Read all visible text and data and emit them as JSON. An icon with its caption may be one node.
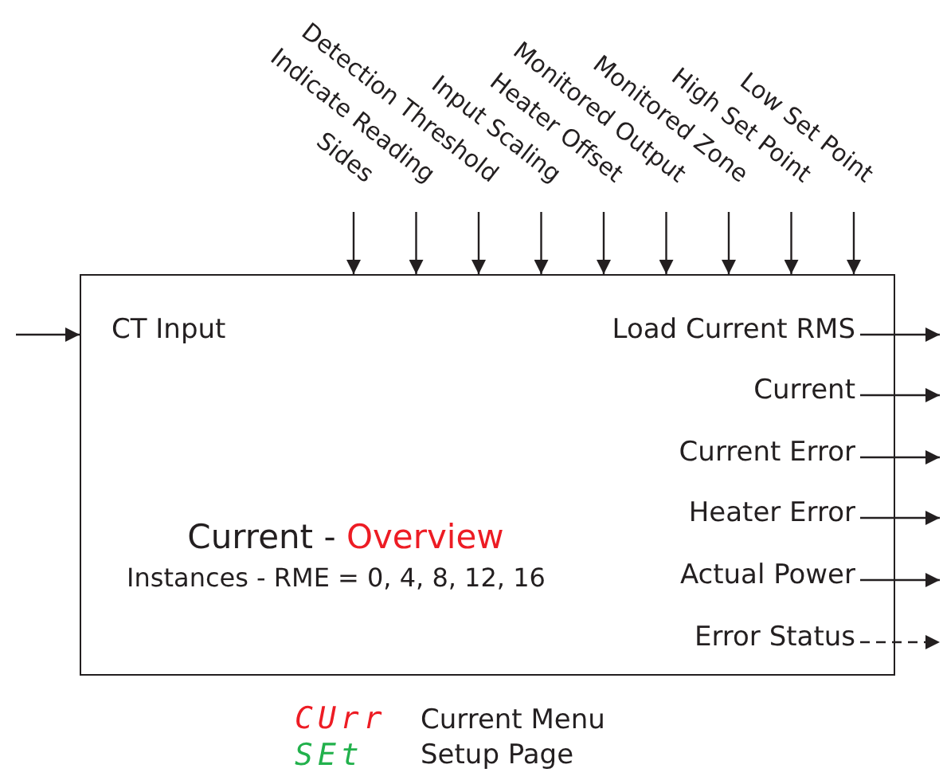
{
  "diagram": {
    "nodes": [
      {
        "text": [
          "Sides"
        ]
      },
      {
        "text": [
          "Indicate Reading"
        ]
      },
      {
        "text": [
          "Detection Threshold"
        ]
      },
      {
        "text": [
          "Input Scaling"
        ]
      },
      {
        "text": [
          "Heater Offset"
        ]
      },
      {
        "text": [
          "Monitored Output"
        ]
      },
      {
        "text": [
          "Monitored Zone"
        ]
      },
      {
        "text": [
          "High Set Point"
        ]
      },
      {
        "text": [
          "Low Set Point"
        ]
      },
      {
        "text": [
          "Current - Overview",
          "Instances - RME = 0, 4, 8, 12, 16"
        ]
      },
      {
        "text": [
          "CT Input"
        ],
        "in": 9
      },
      {
        "text": [
          "Load Current RMS"
        ],
        "in": 9
      },
      {
        "text": [
          "Current"
        ],
        "in": 9
      },
      {
        "text": [
          "Current Error"
        ],
        "in": 9
      },
      {
        "text": [
          "Heater Error"
        ],
        "in": 9
      },
      {
        "text": [
          "Actual Power"
        ],
        "in": 9
      },
      {
        "text": [
          "Error Status"
        ],
        "in": 9
      }
    ],
    "edges": [
      {
        "from": 0,
        "to": 9,
        "arrow": "to"
      },
      {
        "from": 1,
        "to": 9,
        "arrow": "to"
      },
      {
        "from": 2,
        "to": 9,
        "arrow": "to"
      },
      {
        "from": 3,
        "to": 9,
        "arrow": "to"
      },
      {
        "from": 4,
        "to": 9,
        "arrow": "to"
      },
      {
        "from": 5,
        "to": 9,
        "arrow": "to"
      },
      {
        "from": 6,
        "to": 9,
        "arrow": "to"
      },
      {
        "from": 7,
        "to": 9,
        "arrow": "to"
      },
      {
        "from": 8,
        "to": 9,
        "arrow": "to"
      },
      {
        "from": null,
        "to": 10,
        "arrow": "to"
      },
      {
        "from": 11,
        "to": null,
        "arrow": "to"
      },
      {
        "from": 12,
        "to": null,
        "arrow": "to"
      },
      {
        "from": 13,
        "to": null,
        "arrow": "to"
      },
      {
        "from": 14,
        "to": null,
        "arrow": "to"
      },
      {
        "from": 15,
        "to": null,
        "arrow": "to"
      },
      {
        "from": 16,
        "to": null,
        "arrow": "to",
        "style": "dashed"
      }
    ],
    "labels": [
      "CUrr",
      "Current Menu",
      "SEt",
      "Setup Page"
    ]
  }
}
